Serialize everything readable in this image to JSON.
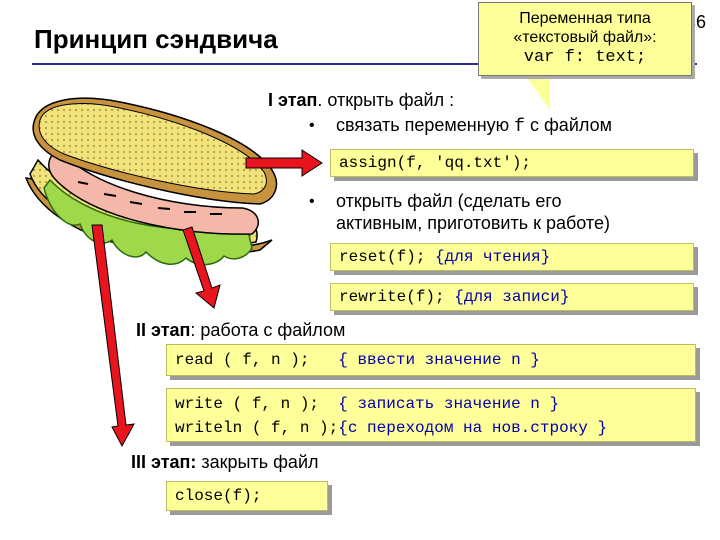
{
  "header": {
    "title": "Принцип сэндвича",
    "page_number": "36"
  },
  "callout": {
    "line1": "Переменная типа",
    "line2": "«текстовый файл»:",
    "code": "var f: text;"
  },
  "stage1": {
    "label_bold": "I этап",
    "label_rest": ". открыть файл :",
    "bullet1_text": "связать переменную",
    "bullet1_var": "f",
    "bullet1_end": "с файлом",
    "assign_code": "assign(f, 'qq.txt');",
    "bullet2_line1": "открыть файл (сделать его",
    "bullet2_line2": "активным, приготовить к работе)",
    "reset_code": "reset(f);",
    "reset_comment": "{для чтения}",
    "rewrite_code": "rewrite(f);",
    "rewrite_comment": "{для записи}"
  },
  "stage2": {
    "label_bold": "II этап",
    "label_rest": ": работа с файлом",
    "read_code": "read ( f, n );",
    "read_comment": "{ ввести значение n }",
    "write_code": "write ( f, n );",
    "write_comment": "{ записать значение n }",
    "writeln_code": "writeln ( f, n );",
    "writeln_comment": "{с переходом на нов.строку }"
  },
  "stage3": {
    "label_bold": "III этап:",
    "label_rest": " закрыть файл",
    "close_code": "close(f);"
  },
  "colors": {
    "code_bg": "#ffff99",
    "comment": "#0000aa",
    "arrow": "#e8141e",
    "rule": "#2b2b9a"
  }
}
